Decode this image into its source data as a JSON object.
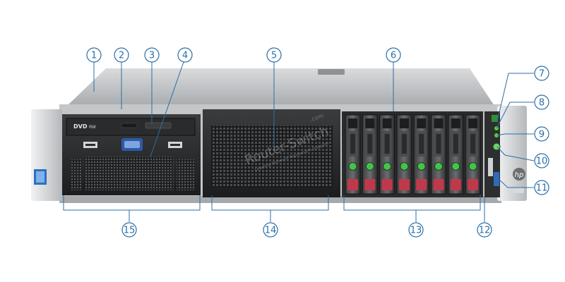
{
  "optical_drive": {
    "logo": "DVD",
    "sub": "RW"
  },
  "watermark": {
    "brand": "Router-Switch",
    "domain": ".com",
    "tagline": "Leading Network Equipment Supplier"
  },
  "hp_logo": "hp",
  "callouts": [
    {
      "id": "c1",
      "label": "1"
    },
    {
      "id": "c2",
      "label": "2"
    },
    {
      "id": "c3",
      "label": "3"
    },
    {
      "id": "c4",
      "label": "4"
    },
    {
      "id": "c5",
      "label": "5"
    },
    {
      "id": "c6",
      "label": "6"
    },
    {
      "id": "c7",
      "label": "7"
    },
    {
      "id": "c8",
      "label": "8"
    },
    {
      "id": "c9",
      "label": "9"
    },
    {
      "id": "c10",
      "label": "10"
    },
    {
      "id": "c11",
      "label": "11"
    },
    {
      "id": "c12",
      "label": "12"
    },
    {
      "id": "c13",
      "label": "13"
    },
    {
      "id": "c14",
      "label": "14"
    },
    {
      "id": "c15",
      "label": "15"
    }
  ],
  "drive_bays": [
    "1",
    "2",
    "3",
    "4",
    "5",
    "6",
    "7",
    "8"
  ],
  "colors": {
    "callout": "#2a6fa8",
    "drive_green": "#46c24a",
    "drive_red": "#c0394b",
    "chassis": "#b9bcbf"
  }
}
